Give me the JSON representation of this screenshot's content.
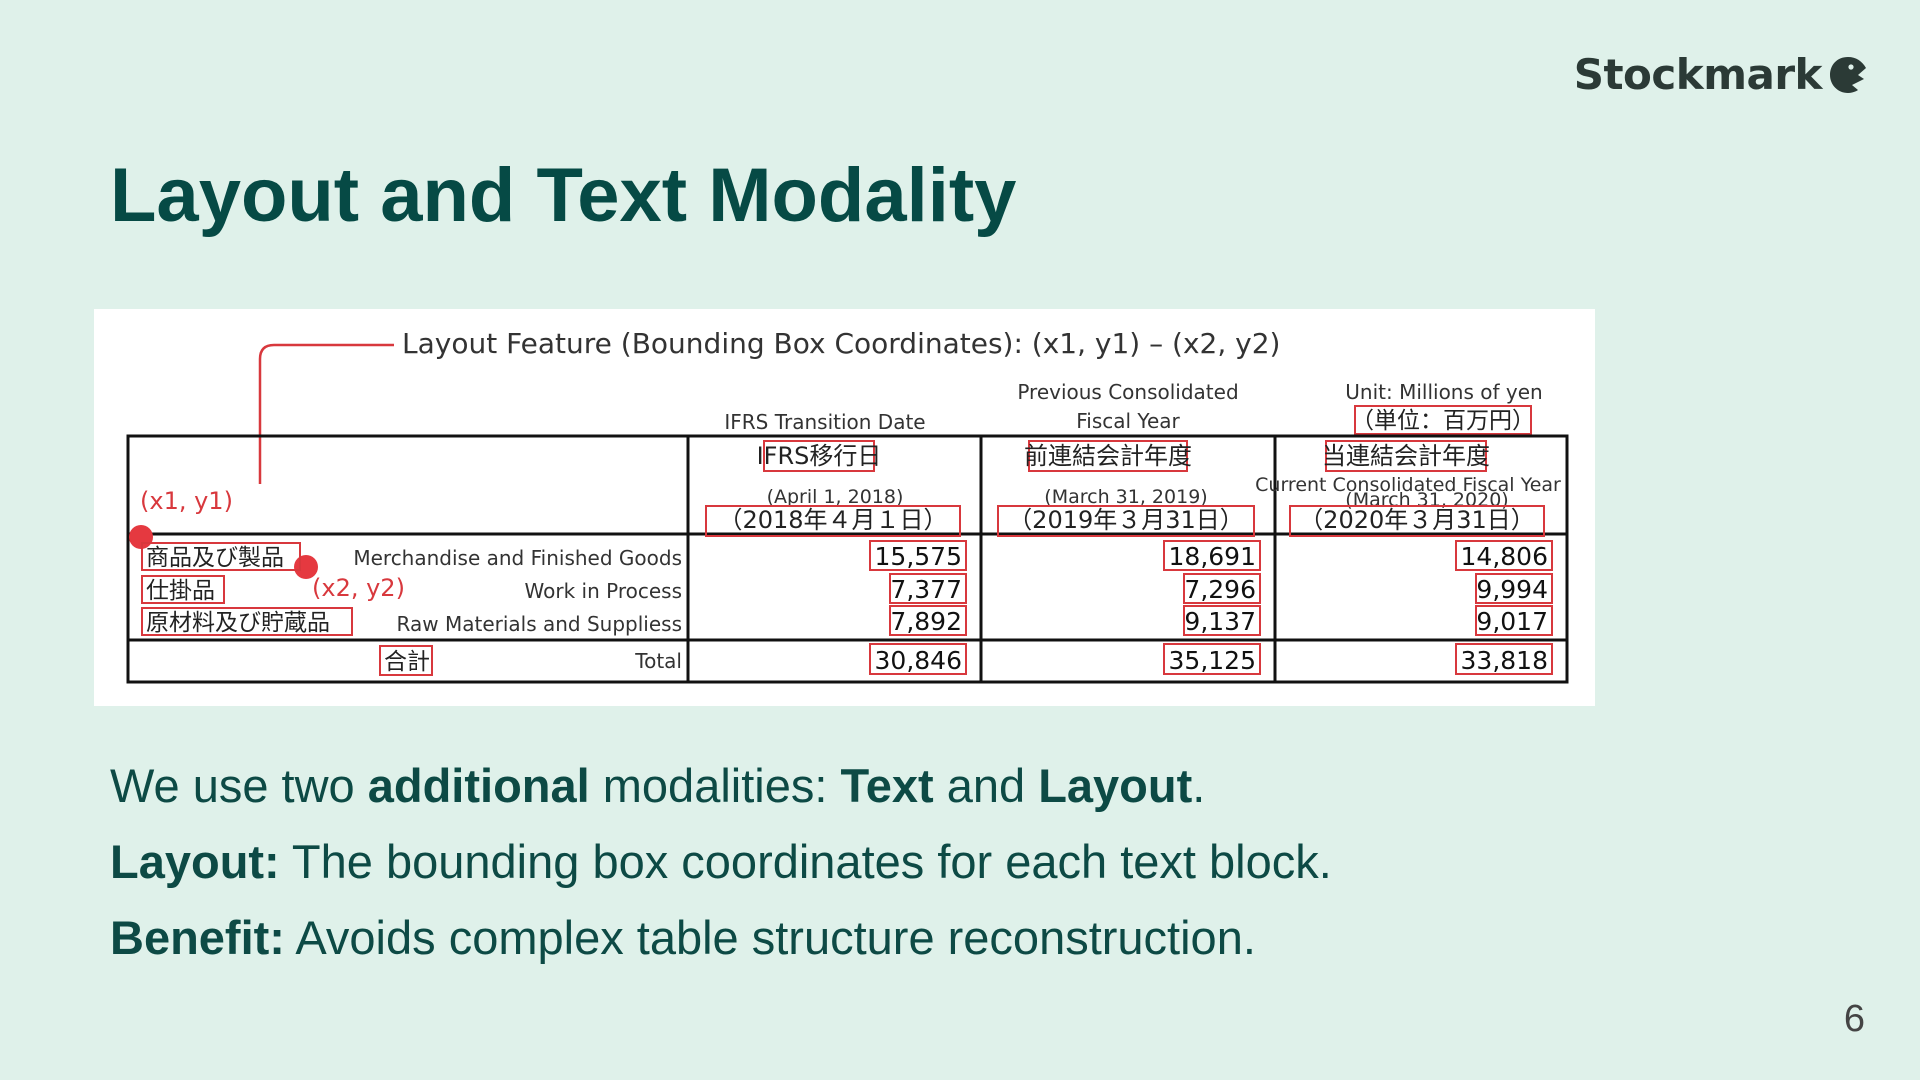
{
  "logo": {
    "text": "Stockmark",
    "icon": "stockmark-bird-icon"
  },
  "slide": {
    "title": "Layout and Text Modality",
    "page_number": "6"
  },
  "figure": {
    "caption": "Layout Feature (Bounding Box Coordinates): (x1, y1) – (x2, y2)",
    "unit_en": "Unit: Millions of yen",
    "unit_jp": "（単位：百万円）",
    "corner1_label": "(x1, y1)",
    "corner2_label": "(x2, y2)",
    "columns": [
      {
        "en_top": "IFRS Transition Date",
        "en_top2": "",
        "jp": "IFRS移行日",
        "date_en": "(April 1, 2018)",
        "date_jp": "（2018年４月１日）"
      },
      {
        "en_top": "Previous Consolidated",
        "en_top2": "Fiscal Year",
        "jp": "前連結会計年度",
        "date_en": "(March 31, 2019)",
        "date_jp": "（2019年３月31日）"
      },
      {
        "en_top": "Current Consolidated Fiscal Year",
        "en_top2": "",
        "jp": "当連結会計年度",
        "date_en": "(March 31, 2020)",
        "date_jp": "（2020年３月31日）"
      }
    ],
    "rows": [
      {
        "jp": "商品及び製品",
        "en": "Merchandise and Finished Goods",
        "values": [
          "15,575",
          "18,691",
          "14,806"
        ]
      },
      {
        "jp": "仕掛品",
        "en": "Work in Process",
        "values": [
          "7,377",
          "7,296",
          "9,994"
        ]
      },
      {
        "jp": "原材料及び貯蔵品",
        "en": "Raw Materials and Suppliess",
        "values": [
          "7,892",
          "9,137",
          "9,017"
        ]
      }
    ],
    "total": {
      "jp": "合計",
      "en": "Total",
      "values": [
        "30,846",
        "35,125",
        "33,818"
      ]
    }
  },
  "bullets": [
    {
      "parts": [
        {
          "text": "We use two ",
          "bold": false
        },
        {
          "text": "additional",
          "bold": true
        },
        {
          "text": " modalities: ",
          "bold": false
        },
        {
          "text": "Text",
          "bold": true
        },
        {
          "text": " and ",
          "bold": false
        },
        {
          "text": "Layout",
          "bold": true
        },
        {
          "text": ".",
          "bold": false
        }
      ]
    },
    {
      "parts": [
        {
          "text": "Layout:",
          "bold": true
        },
        {
          "text": " The bounding box coordinates for each text block.",
          "bold": false
        }
      ]
    },
    {
      "parts": [
        {
          "text": "Benefit:",
          "bold": true
        },
        {
          "text": " Avoids complex table structure reconstruction.",
          "bold": false
        }
      ]
    }
  ]
}
